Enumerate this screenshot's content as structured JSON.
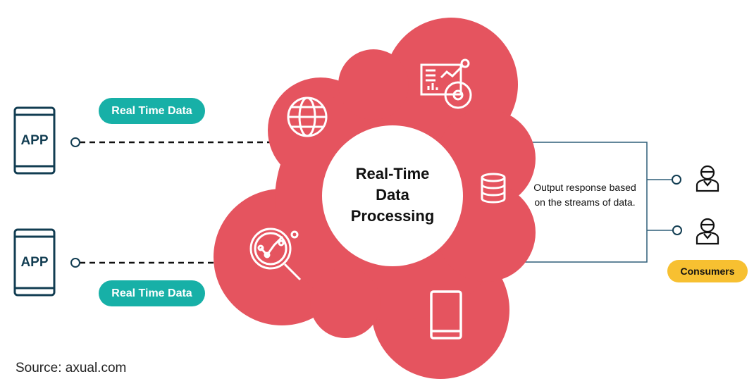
{
  "colors": {
    "blob": "#E5545F",
    "teal": "#17B0A7",
    "yellow": "#F7C031",
    "navy": "#123d52"
  },
  "apps": [
    {
      "label": "APP"
    },
    {
      "label": "APP"
    }
  ],
  "pills": [
    {
      "label": "Real Time Data"
    },
    {
      "label": "Real Time Data"
    }
  ],
  "center": {
    "lines": [
      "Real-Time",
      "Data",
      "Processing"
    ]
  },
  "icons": [
    "globe-icon",
    "dashboard-icon",
    "database-icon",
    "analytics-search-icon",
    "tablet-icon"
  ],
  "output": {
    "text": "Output response based on the streams of data."
  },
  "consumers": {
    "label": "Consumers"
  },
  "source": "Source: axual.com"
}
